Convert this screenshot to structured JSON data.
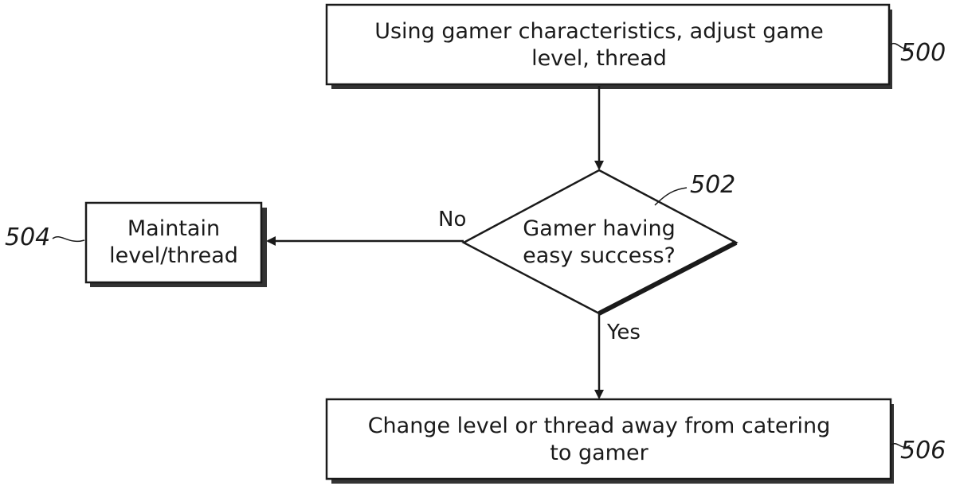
{
  "nodes": {
    "n500": {
      "ref": "500",
      "lines": [
        "Using gamer characteristics, adjust game",
        "level, thread"
      ]
    },
    "n502": {
      "ref": "502",
      "lines": [
        "Gamer having",
        "easy success?"
      ]
    },
    "n504": {
      "ref": "504",
      "lines": [
        "Maintain",
        "level/thread"
      ]
    },
    "n506": {
      "ref": "506",
      "lines": [
        "Change level or thread away from catering",
        "to gamer"
      ]
    }
  },
  "edges": {
    "no_label": "No",
    "yes_label": "Yes"
  }
}
